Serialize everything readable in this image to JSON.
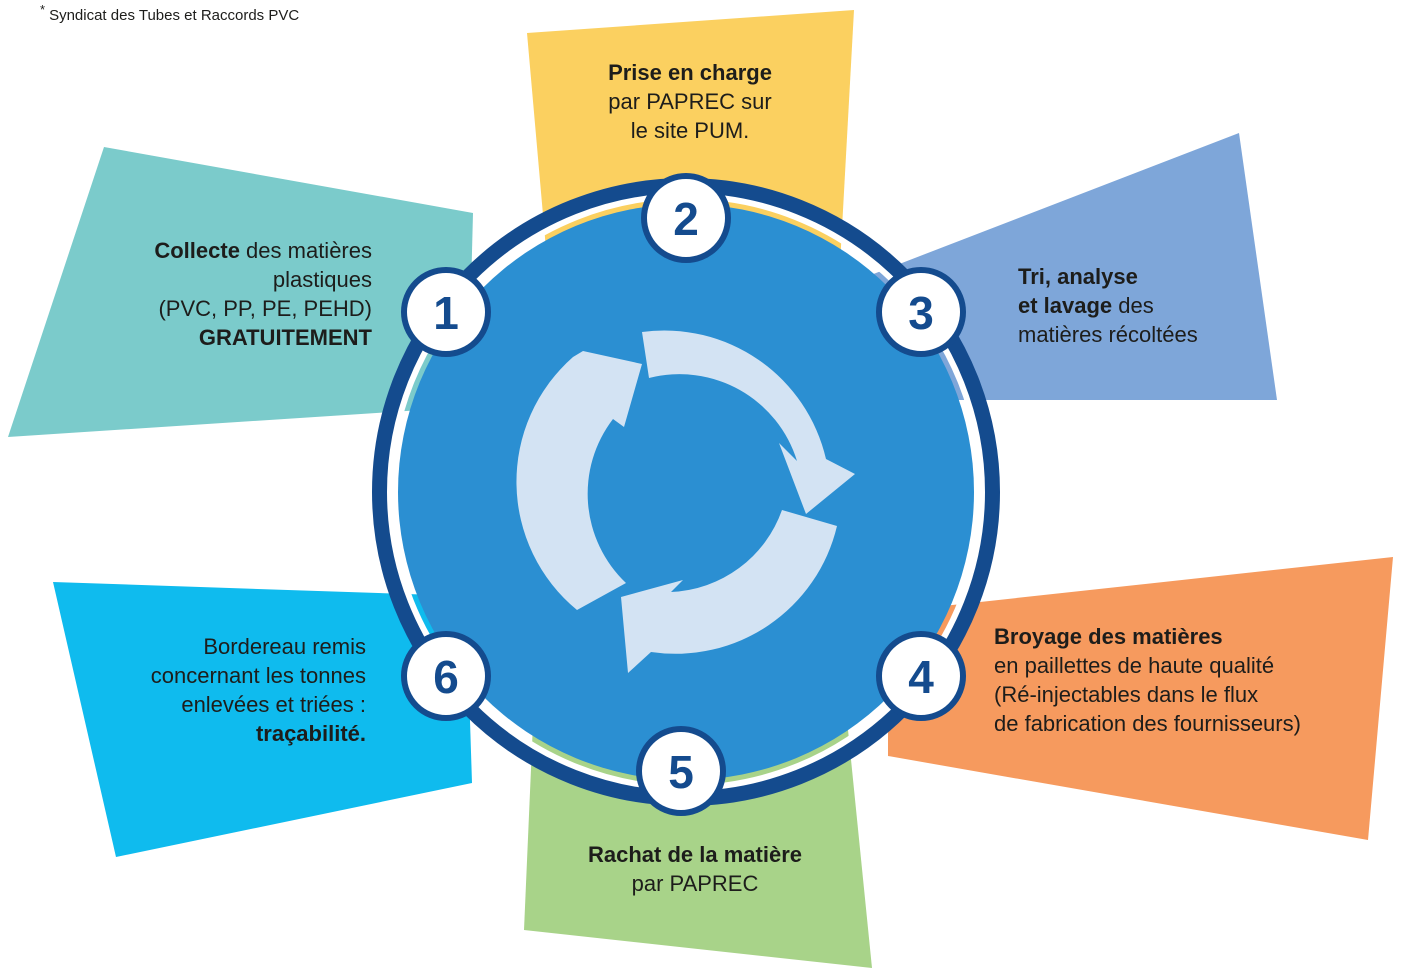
{
  "footnote": {
    "mark": "*",
    "text": "Syndicat des Tubes et Raccords PVC"
  },
  "steps": [
    {
      "number": "1",
      "bold": "Collecte",
      "lines": [
        " des matières",
        "plastiques",
        "(PVC, PP, PE, PEHD)"
      ],
      "bold_end": "GRATUITEMENT",
      "color": "#7bcbcb"
    },
    {
      "number": "2",
      "bold": "Prise en charge",
      "lines": [
        "par PAPREC sur",
        "le site PUM."
      ],
      "color": "#fbd060"
    },
    {
      "number": "3",
      "bold": "Tri, analyse",
      "bold2": "et lavage",
      "lines": [
        " des",
        "matières récoltées"
      ],
      "color": "#7ea6d9"
    },
    {
      "number": "4",
      "bold": "Broyage des matières",
      "lines": [
        "en paillettes de haute qualité",
        "(Ré-injectables dans le flux",
        "de fabrication des fournisseurs)"
      ],
      "color": "#f69a5e"
    },
    {
      "number": "5",
      "bold": "Rachat de la matière",
      "lines": [
        "par PAPREC"
      ],
      "color": "#a8d389"
    },
    {
      "number": "6",
      "lines": [
        "Bordereau remis",
        "concernant les tonnes",
        "enlevées et triées :"
      ],
      "bold_end": "traçabilité.",
      "color": "#0fbbee"
    }
  ],
  "colors": {
    "ring": "#144b8e",
    "disc": "#2b8fd2",
    "arrows": "#d3e3f3",
    "badge_fill": "#ffffff"
  },
  "icons": {
    "center": "recycle-arrows-icon"
  }
}
